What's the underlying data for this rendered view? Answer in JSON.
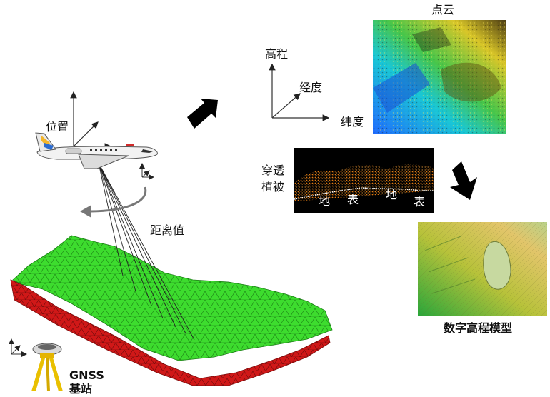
{
  "labels": {
    "position": "位置",
    "elevation": "高程",
    "longitude": "经度",
    "latitude": "纬度",
    "point_cloud": "点云",
    "penetrate_line1": "穿透",
    "penetrate_line2": "植被",
    "ground": [
      "地",
      "表",
      "地",
      "表"
    ],
    "range": "距离值",
    "dem": "数字高程模型",
    "gnss_line1": "GNSS",
    "gnss_line2": "基站"
  },
  "colors": {
    "terrain_top": "#3ddc2e",
    "terrain_side": "#d01818",
    "arrow": "#000000",
    "pointcloud_low": "#1f6bff",
    "pointcloud_high": "#ffd200",
    "dem_high": "#d8c03a",
    "dem_low": "#2aa63a"
  },
  "icons": [
    "aircraft-icon",
    "gnss-tripod-icon",
    "rotation-arrow-icon",
    "flow-arrow-icon"
  ]
}
